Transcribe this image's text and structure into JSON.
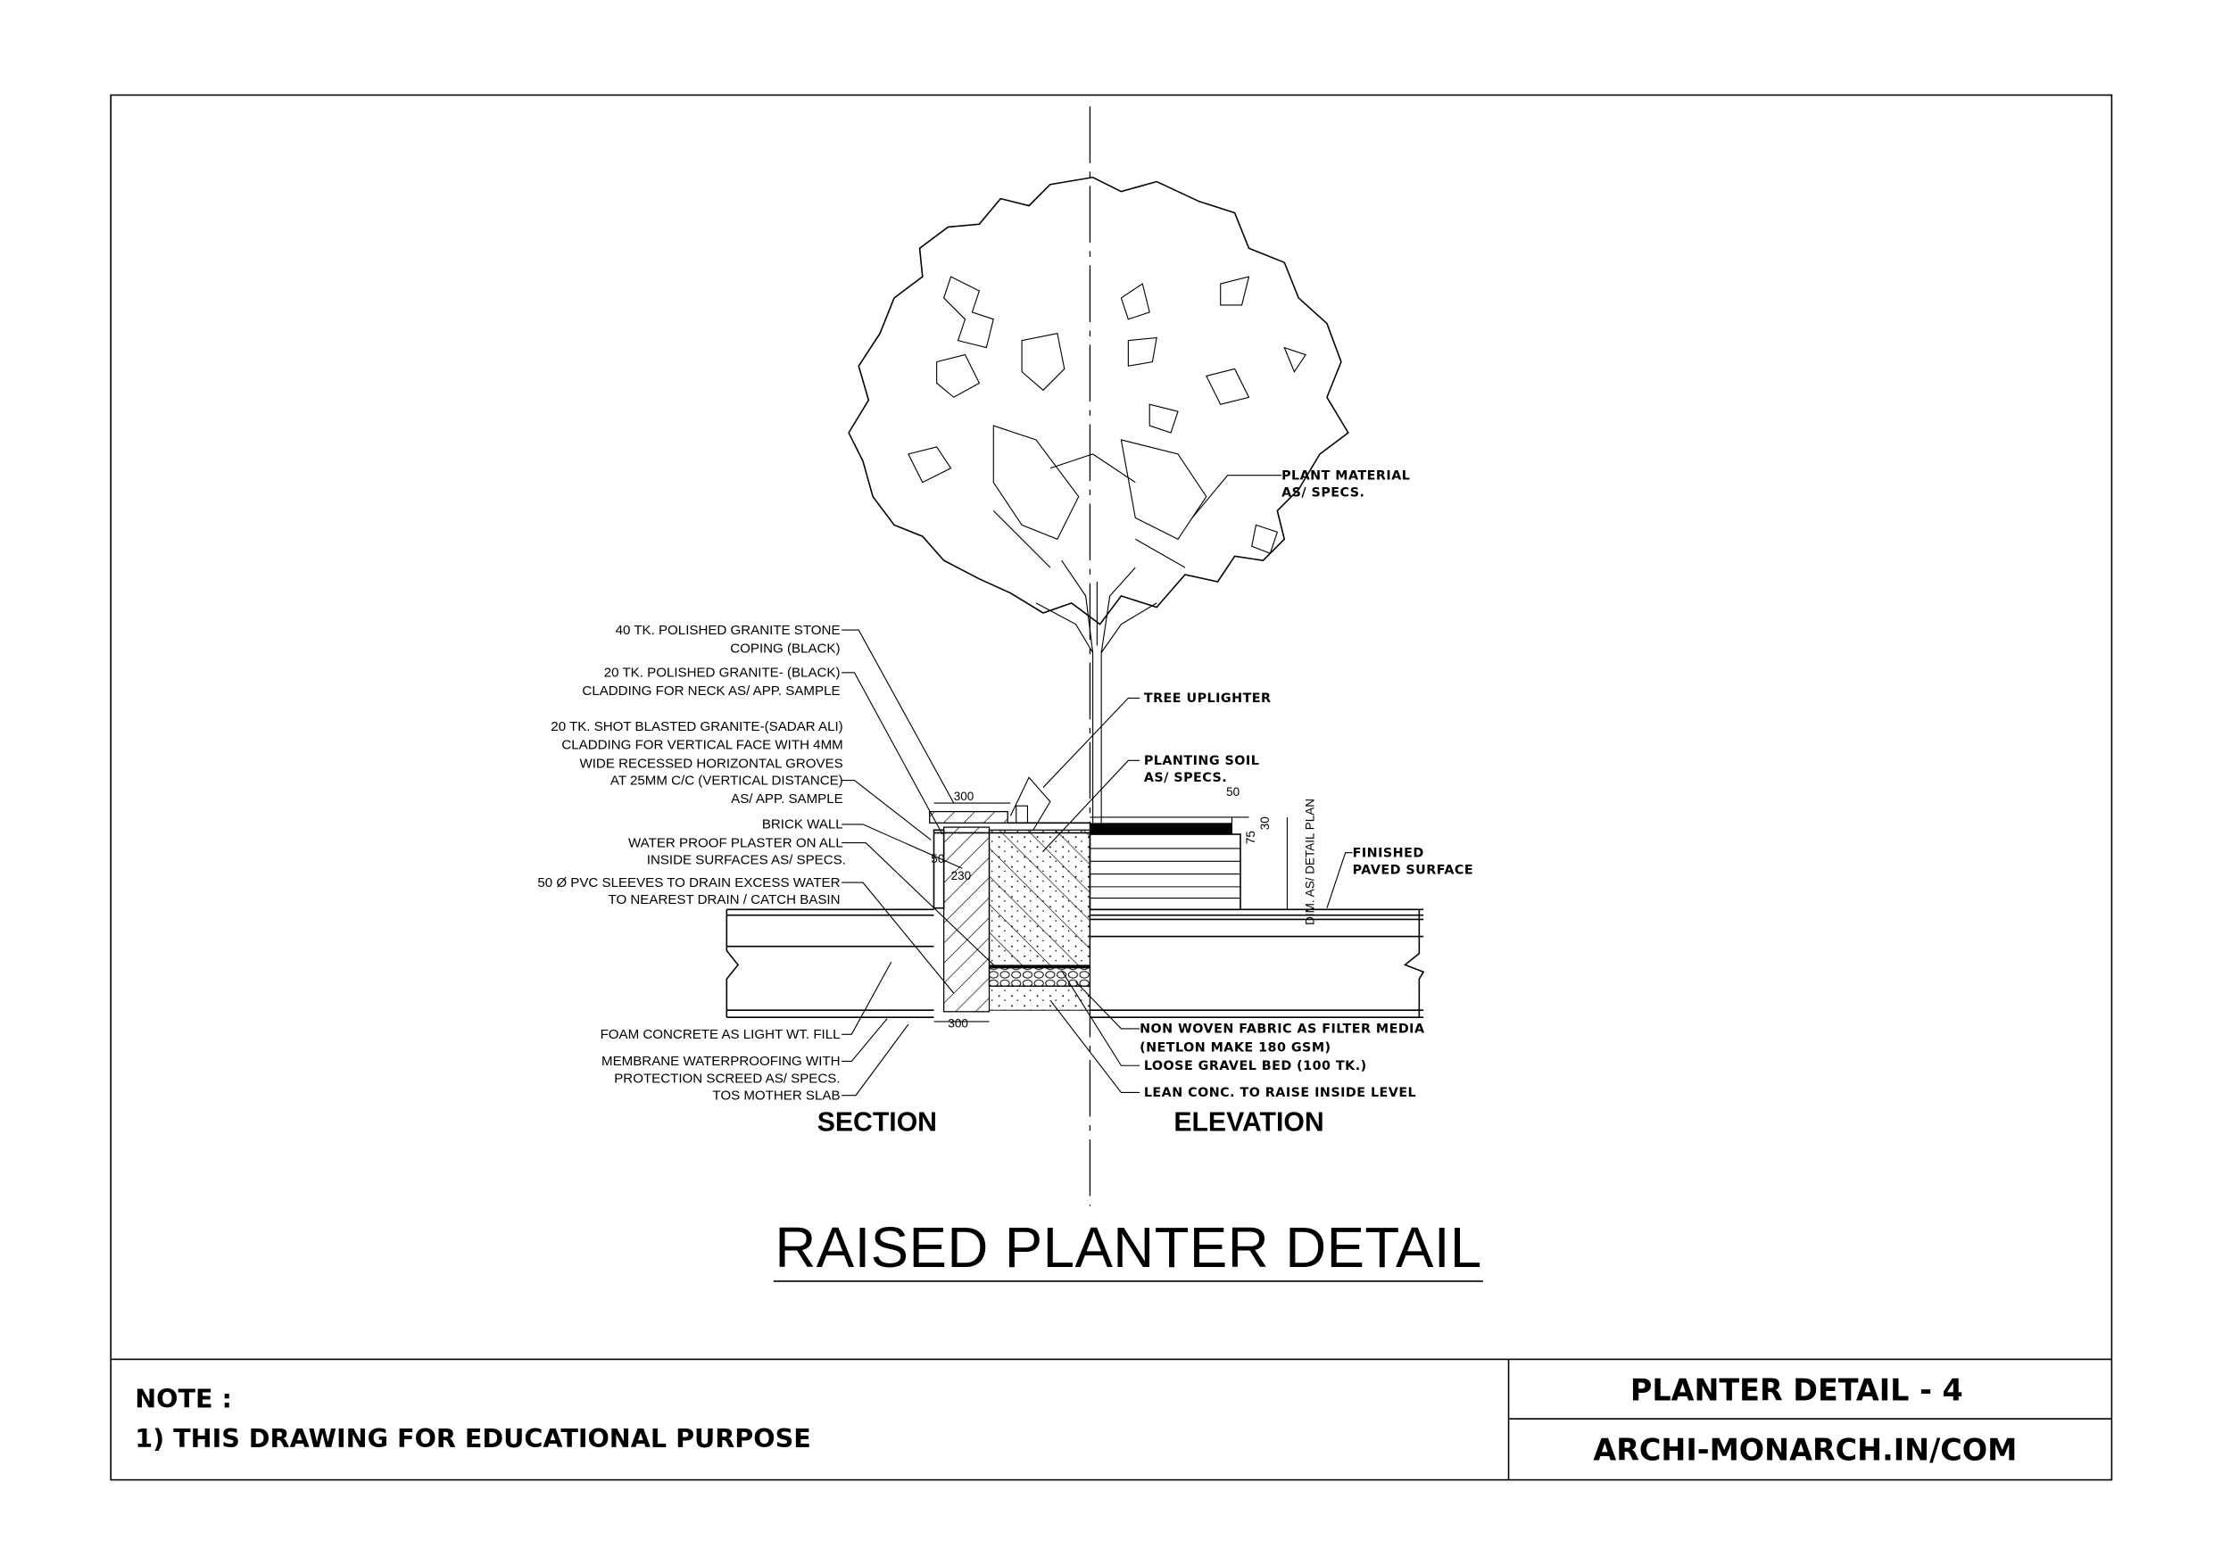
{
  "drawing": {
    "title": "RAISED PLANTER DETAIL",
    "views": {
      "section": "SECTION",
      "elevation": "ELEVATION"
    },
    "left_labels": [
      [
        "40 TK. POLISHED GRANITE STONE",
        "COPING (BLACK)"
      ],
      [
        "20 TK. POLISHED GRANITE- (BLACK)",
        "CLADDING FOR NECK AS/ APP. SAMPLE"
      ],
      [
        "20 TK. SHOT BLASTED GRANITE-(SADAR ALI)",
        "CLADDING FOR VERTICAL FACE WITH 4MM",
        "WIDE RECESSED HORIZONTAL GROVES",
        "AT 25MM C/C (VERTICAL DISTANCE)",
        "AS/ APP. SAMPLE"
      ],
      [
        "BRICK WALL"
      ],
      [
        "WATER PROOF PLASTER ON ALL",
        "INSIDE SURFACES AS/ SPECS."
      ],
      [
        "50 Ø PVC SLEEVES TO DRAIN EXCESS WATER",
        "TO NEAREST DRAIN / CATCH BASIN"
      ],
      [
        "FOAM CONCRETE AS LIGHT WT. FILL"
      ],
      [
        "MEMBRANE WATERPROOFING WITH",
        "PROTECTION SCREED AS/ SPECS."
      ],
      [
        "TOS MOTHER SLAB"
      ]
    ],
    "right_labels": {
      "plant_material": [
        "PLANT MATERIAL",
        "AS/ SPECS."
      ],
      "tree_uplighter": [
        "TREE UPLIGHTER"
      ],
      "planting_soil": [
        "PLANTING SOIL",
        "AS/ SPECS."
      ],
      "finished_paved": [
        "FINISHED",
        "PAVED SURFACE"
      ],
      "non_woven": [
        "NON WOVEN FABRIC AS FILTER MEDIA",
        "(NETLON MAKE 180 GSM)"
      ],
      "gravel": [
        "LOOSE GRAVEL BED (100 TK.)"
      ],
      "lean_conc": [
        "LEAN CONC. TO RAISE INSIDE LEVEL"
      ]
    },
    "dimensions": {
      "coping_width": "300",
      "neck": "50",
      "wall": "230",
      "base_width": "300",
      "bench_lip": "50",
      "d75": "75",
      "d30": "30",
      "height_note": "DIM. AS/ DETAIL PLAN"
    }
  },
  "title_block": {
    "note_heading": "NOTE :",
    "note_1": "1) THIS DRAWING FOR EDUCATIONAL PURPOSE",
    "sheet_title": "PLANTER DETAIL - 4",
    "website": "ARCHI-MONARCH.IN/COM"
  }
}
